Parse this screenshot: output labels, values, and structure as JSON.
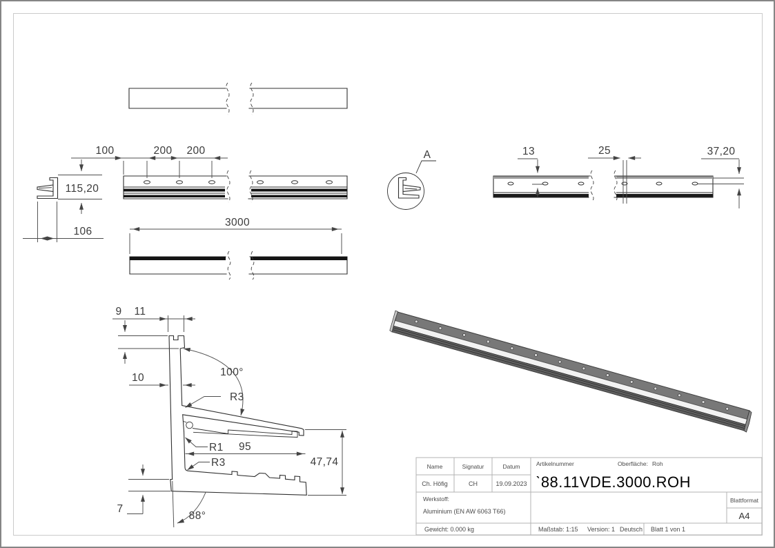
{
  "dims": {
    "d100": "100",
    "d200a": "200",
    "d200b": "200",
    "d115_20": "115,20",
    "d106": "106",
    "d3000": "3000",
    "detail_label": "A",
    "d13": "13",
    "d25": "25",
    "d37_20": "37,20",
    "d9": "9",
    "d11": "11",
    "d10": "10",
    "a100": "100°",
    "r3_top": "R3",
    "r1": "R1",
    "d95": "95",
    "r3_bottom": "R3",
    "d47_74": "47,74",
    "d7": "7",
    "a88": "88°"
  },
  "title_block": {
    "name_label": "Name",
    "signature_label": "Signatur",
    "date_label": "Datum",
    "name": "Ch. Höfig",
    "signature": "CH",
    "date": "19.09.2023",
    "article_label": "Artikelnummer",
    "surface_label": "Oberfläche:",
    "surface_value": "Roh",
    "article_number": "ˋ88.11VDE.3000.ROH",
    "material_label": "Werkstoff:",
    "material_value": "Aluminium (EN AW 6063 T66)",
    "format_label": "Blattformat",
    "format_value": "A4",
    "weight": "Gewicht: 0.000 kg",
    "scale": "Maßstab: 1:15",
    "version": "Version: 1",
    "language": "Deutsch",
    "sheet": "Blatt 1 von 1"
  },
  "colors": {
    "line": "#2f2f2f",
    "dim_line": "#4d4d4d",
    "table_border": "#b3b3b3",
    "iso_top_face": "#787878",
    "iso_light_face": "#f2f2f2",
    "iso_dark_face": "#606060"
  }
}
